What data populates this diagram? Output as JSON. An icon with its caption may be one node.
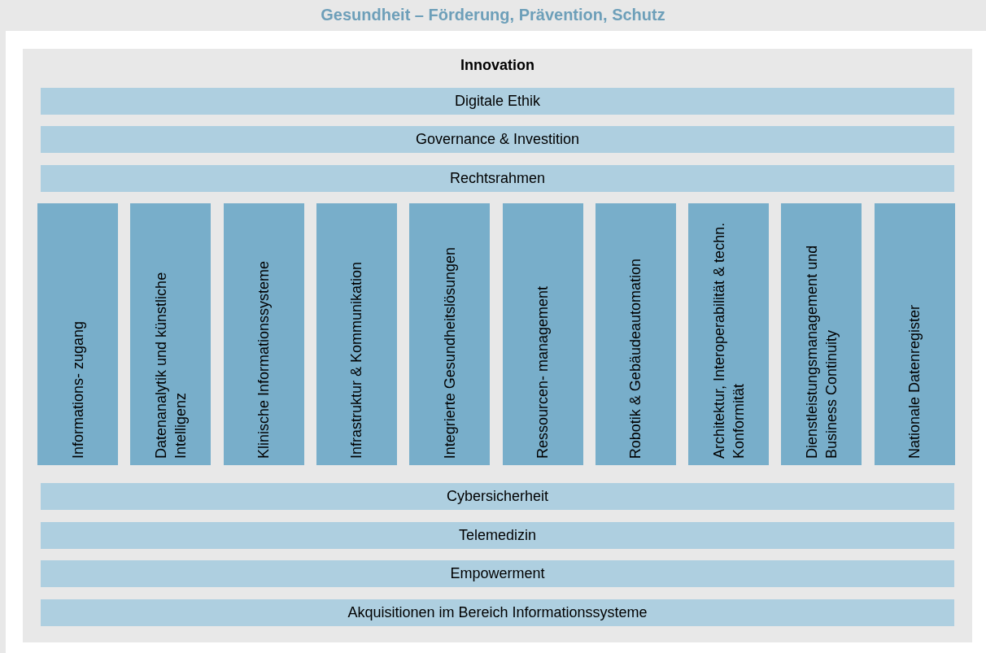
{
  "diagram": {
    "nodes": [
      {
        "text": [
          "Gesundheit – Förderung, Prävention, Schutz"
        ]
      },
      {
        "text": [
          "Innovation"
        ],
        "in": 0
      },
      {
        "text": [
          "Digitale Ethik"
        ],
        "in": 1
      },
      {
        "text": [
          "Governance & Investition"
        ],
        "in": 1
      },
      {
        "text": [
          "Rechtsrahmen"
        ],
        "in": 1
      },
      {
        "text": [
          "Informations- zugang"
        ],
        "in": 1
      },
      {
        "text": [
          "Datenanalytik und künstliche Intelligenz"
        ],
        "in": 1
      },
      {
        "text": [
          "Klinische Informationssysteme"
        ],
        "in": 1
      },
      {
        "text": [
          "Infrastruktur & Kommunikation"
        ],
        "in": 1
      },
      {
        "text": [
          "Integrierte Gesundheitslösungen"
        ],
        "in": 1
      },
      {
        "text": [
          "Ressourcen- management"
        ],
        "in": 1
      },
      {
        "text": [
          "Robotik & Gebäudeautomation"
        ],
        "in": 1
      },
      {
        "text": [
          "Architektur, Interoperabilität & techn. Konformität"
        ],
        "in": 1
      },
      {
        "text": [
          "Dienstleistungsmanagement und Business Continuity"
        ],
        "in": 1
      },
      {
        "text": [
          "Nationale Datenregister"
        ],
        "in": 1
      },
      {
        "text": [
          "Cybersicherheit"
        ],
        "in": 1
      },
      {
        "text": [
          "Telemedizin"
        ],
        "in": 1
      },
      {
        "text": [
          "Empowerment"
        ],
        "in": 1
      },
      {
        "text": [
          "Akquisitionen im Bereich Informationssysteme"
        ],
        "in": 1
      }
    ],
    "edges": []
  }
}
